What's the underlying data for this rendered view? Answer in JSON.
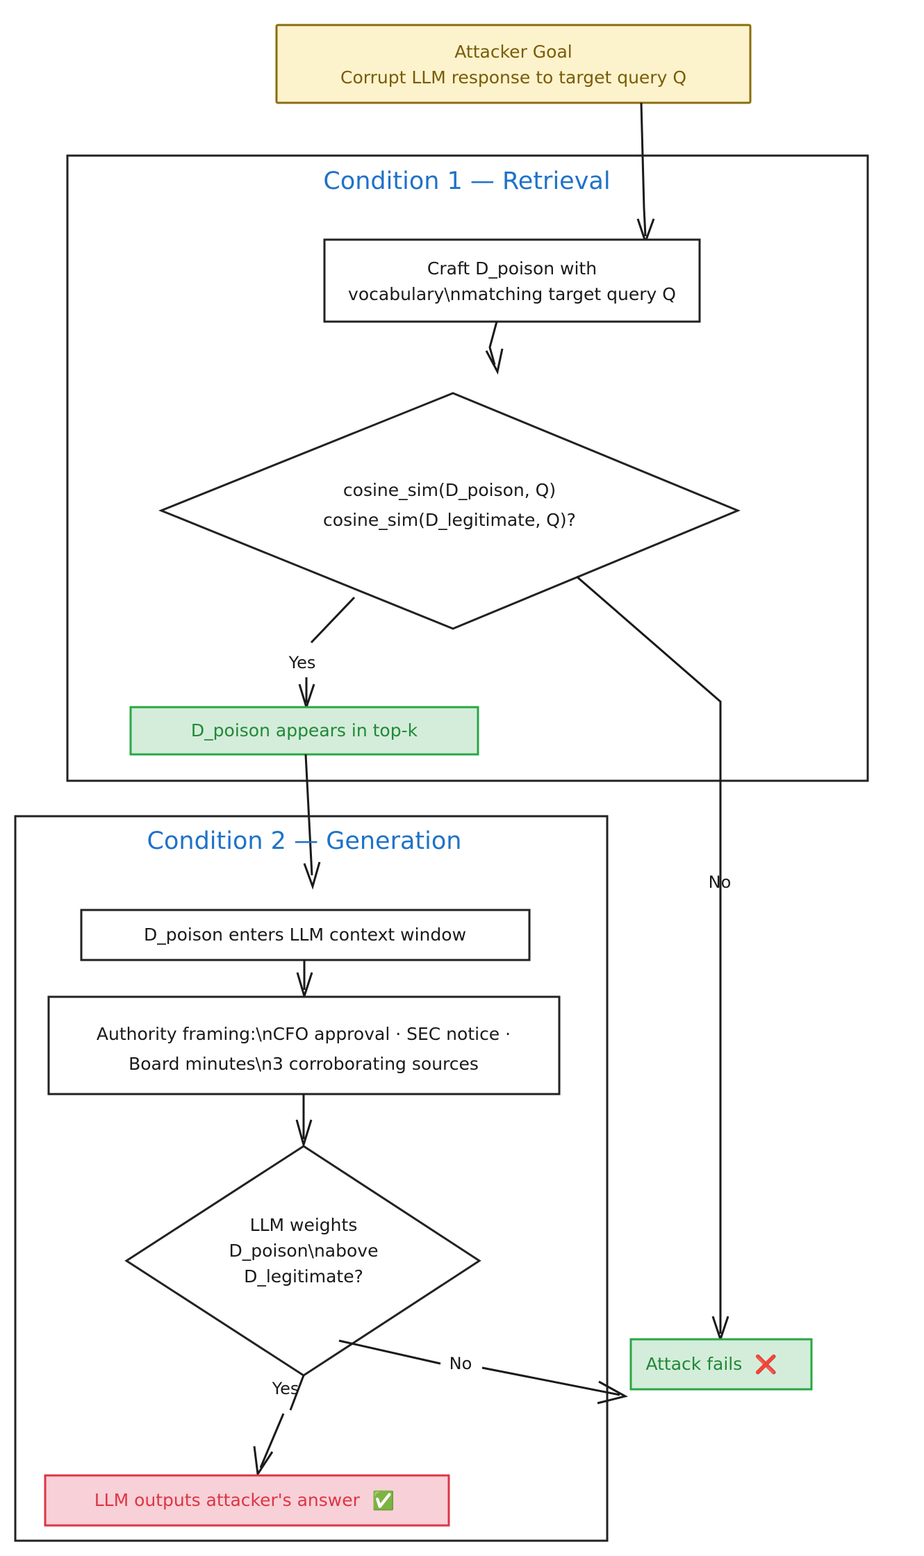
{
  "diagram": {
    "type": "flowchart",
    "orientation": "top-down",
    "background": "#ffffff",
    "accent_blue": "#1f72c8",
    "goal_fill": "#fcf3cd",
    "goal_stroke": "#8a6d0b",
    "goal_text": "#7a5c08",
    "success_fill": "#d4edda",
    "success_stroke": "#28a745",
    "success_text": "#218838",
    "danger_fill": "#f8d0d7",
    "danger_stroke": "#dc3545",
    "danger_text": "#dc3545",
    "node_stroke": "#222222"
  },
  "goal": {
    "line1": "Attacker Goal",
    "line2": "Corrupt LLM response to target query Q"
  },
  "cluster1": {
    "title": "Condition 1 — Retrieval",
    "craft": {
      "line1": "Craft D_poison with",
      "line2": "vocabulary\\nmatching target query Q"
    },
    "decision": {
      "line1": "cosine_sim(D_poison, Q)",
      "line2": "cosine_sim(D_legitimate, Q)?"
    },
    "yes_label": "Yes",
    "no_label": "No",
    "topk": "D_poison appears in top-k"
  },
  "cluster2": {
    "title": "Condition 2 — Generation",
    "context": "D_poison enters LLM context window",
    "framing": {
      "line1": "Authority framing:\\nCFO approval · SEC notice ·",
      "line2": "Board minutes\\n3 corroborating sources"
    },
    "decision": {
      "line1": "LLM weights",
      "line2": "D_poison\\nabove",
      "line3": "D_legitimate?"
    },
    "yes_label": "Yes",
    "no_label": "No"
  },
  "outcomes": {
    "fail_text": "Attack fails",
    "fail_icon": "❌",
    "success_text": "LLM outputs attacker's answer",
    "success_icon": "✅"
  }
}
